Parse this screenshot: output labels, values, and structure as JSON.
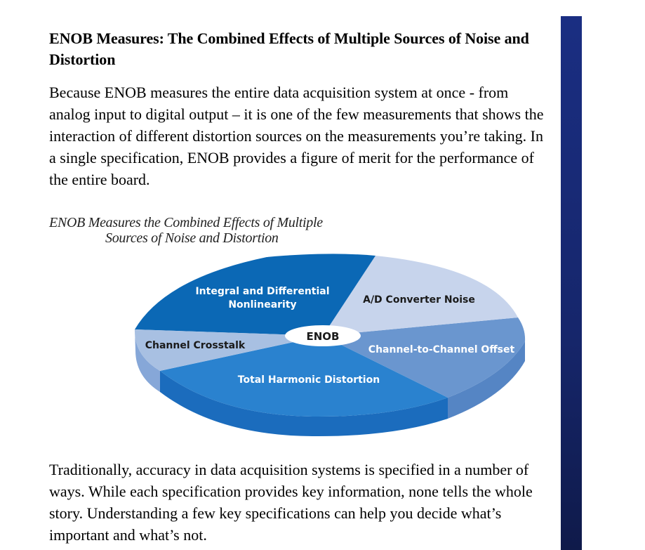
{
  "article": {
    "heading": "ENOB Measures: The Combined Effects of Multiple Sources of Noise and Distortion",
    "paragraph_1": "Because ENOB measures the entire data acquisition system at once - from analog input to digital output – it is one of the few measurements that shows the interaction of different distortion sources on the measurements you’re taking. In a single specification, ENOB provides a figure of merit for the performance of the entire board.",
    "paragraph_2": "Traditionally, accuracy in data acquisition systems is specified in a number of ways. While each specification provides key information, none tells the whole story. Understanding a few key specifications can help you decide what’s important and what’s not."
  },
  "figure": {
    "caption_line_1": "ENOB Measures the Combined Effects of Multiple",
    "caption_line_2": "Sources of Noise and Distortion",
    "center_label": "ENOB",
    "slices": {
      "nonlinearity_line_1": "Integral and Differential",
      "nonlinearity_line_2": "Nonlinearity",
      "converter_noise": "A/D Converter Noise",
      "offset": "Channel-to-Channel Offset",
      "harmonic": "Total Harmonic Distortion",
      "crosstalk": "Channel Crosstalk"
    },
    "colors": {
      "nonlinearity": "#0b68b5",
      "converter_noise": "#c7d4ec",
      "offset": "#6a96cf",
      "harmonic": "#2a82cf",
      "crosstalk": "#a8c0e2",
      "side_bar": "#1a2e82"
    }
  }
}
